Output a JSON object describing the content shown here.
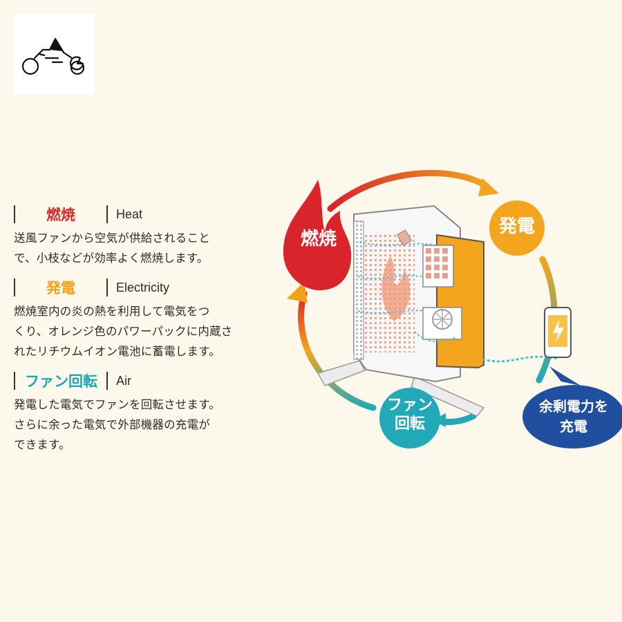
{
  "logo": {
    "mark": "moto-camp-logo"
  },
  "sections": [
    {
      "title_jp": "燃焼",
      "title_en": "Heat",
      "color": "#d42c2c",
      "lines": [
        "送風ファンから空気が供給されること",
        "で、小枝などが効率よく燃焼します。"
      ]
    },
    {
      "title_jp": "発電",
      "title_en": "Electricity",
      "color": "#f0a21a",
      "lines": [
        "燃焼室内の炎の熱を利用して電気をつ",
        "くり、オレンジ色のパワーパックに内蔵さ",
        "れたリチウムイオン電池に蓄電します。"
      ]
    },
    {
      "title_jp": "ファン回転",
      "title_en": "Air",
      "color": "#1fa6b5",
      "lines": [
        "発電した電気でファンを回転させます。",
        "さらに余った電気で外部機器の充電が",
        "できます。"
      ]
    }
  ],
  "diagram": {
    "flame_label": "燃焼",
    "power_label": "発電",
    "fan_label_1": "ファン",
    "fan_label_2": "回転",
    "charge_label_1": "余剰電力を",
    "charge_label_2": "充電",
    "colors": {
      "flame": "#d8242a",
      "power": "#f3a51d",
      "fan": "#22a9b8",
      "charge": "#1f4f9e"
    }
  }
}
